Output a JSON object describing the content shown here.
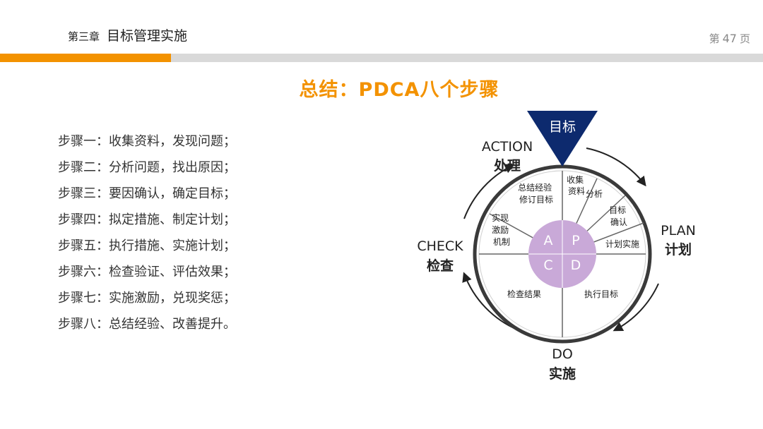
{
  "header": {
    "chapter_number": "第三章",
    "chapter_title": "目标管理实施",
    "page_prefix": "第",
    "page_number": "47",
    "page_suffix": "页"
  },
  "title": "总结：PDCA八个步骤",
  "steps": [
    "步骤一：收集资料，发现问题；",
    "步骤二：分析问题，找出原因；",
    "步骤三：要因确认，确定目标；",
    "步骤四：拟定措施、制定计划；",
    "步骤五：执行措施、实施计划；",
    "步骤六：检查验证、评估效果；",
    "步骤七：实施激励，兑现奖惩；",
    "步骤八：总结经验、改善提升。"
  ],
  "diagram": {
    "target_label": "目标",
    "phases": {
      "action": {
        "en": "ACTION",
        "zh": "处理"
      },
      "plan": {
        "en": "PLAN",
        "zh": "计划"
      },
      "do": {
        "en": "DO",
        "zh": "实施"
      },
      "check": {
        "en": "CHECK",
        "zh": "检查"
      }
    },
    "segments": {
      "collect": [
        "收集",
        "资料"
      ],
      "analyze": "分析",
      "confirm": [
        "目标",
        "确认"
      ],
      "plan_impl": "计划实施",
      "execute": "执行目标",
      "check_result": "检查结果",
      "incentive": [
        "实现",
        "激励",
        "机制"
      ],
      "summary": [
        "总结经验",
        "修订目标"
      ]
    },
    "center": {
      "a": "A",
      "p": "P",
      "c": "C",
      "d": "D"
    },
    "colors": {
      "navy": "#0d2a6e",
      "center": "#c9a9d8",
      "accent": "#f39200"
    }
  }
}
